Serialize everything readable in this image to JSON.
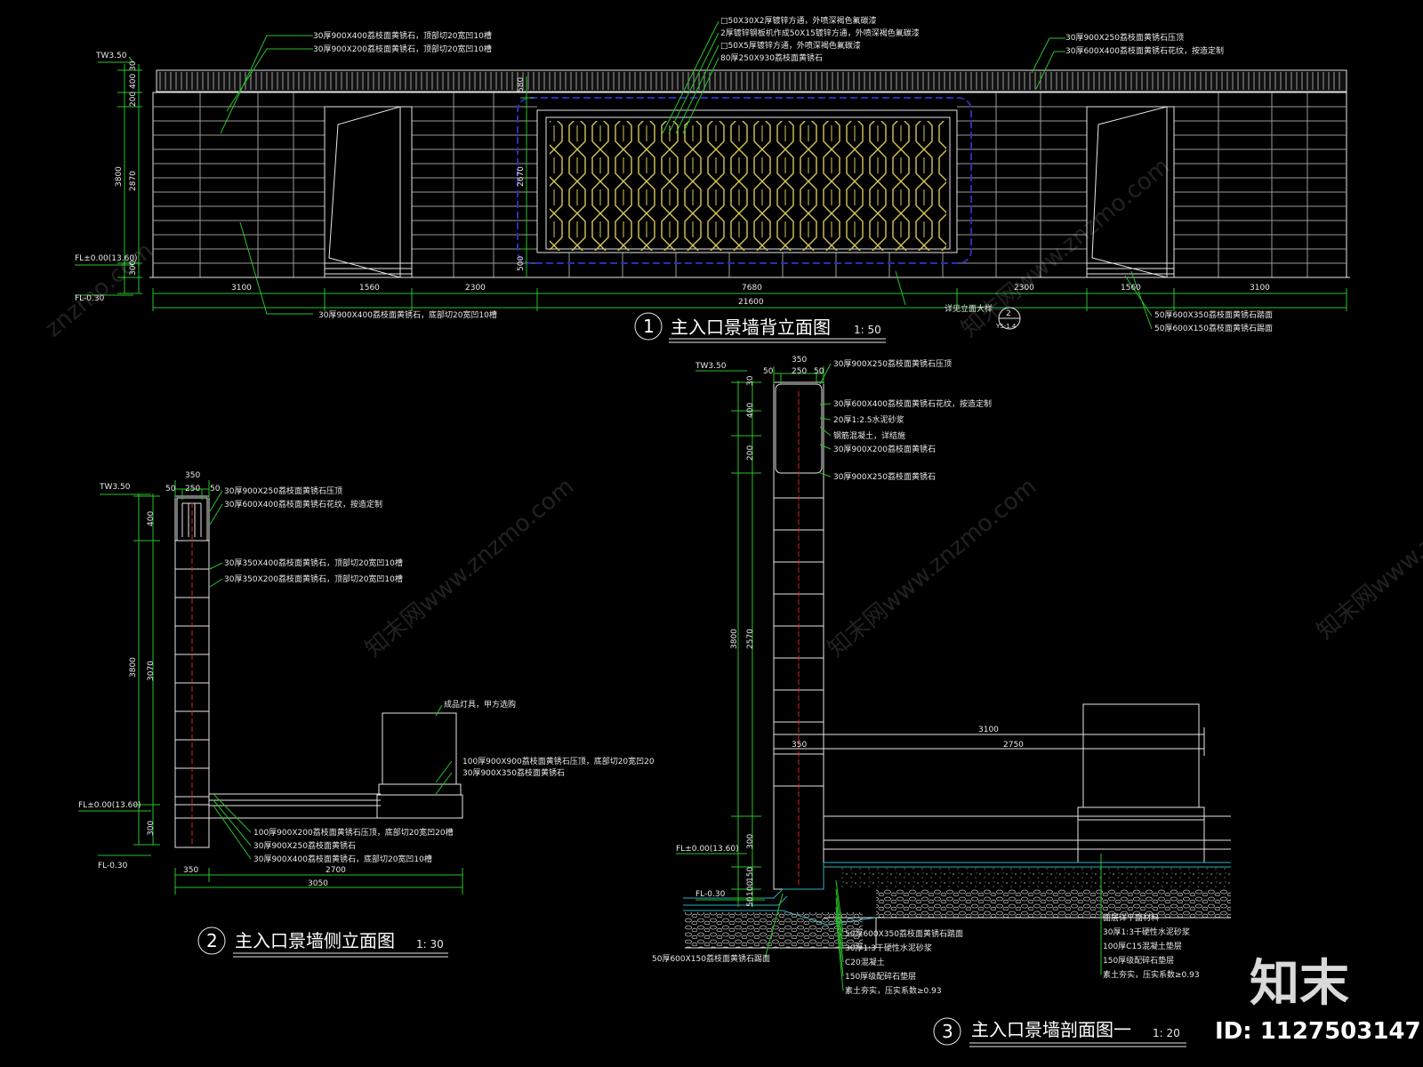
{
  "views": {
    "v1": {
      "num": "1",
      "title": "主入口景墙背立面图",
      "scale": "1: 50"
    },
    "v2": {
      "num": "2",
      "title": "主入口景墙侧立面图",
      "scale": "1: 30"
    },
    "v3": {
      "num": "3",
      "title": "主入口景墙剖面图一",
      "scale": "1: 20"
    }
  },
  "elevation": {
    "levels": [
      "TW3.50",
      "FL±0.00(13.60)",
      "FL-0.30"
    ],
    "vert_dims": [
      "30",
      "400",
      "200",
      "3800",
      "2870",
      "300",
      "580",
      "2670",
      "500"
    ],
    "horiz_dims": [
      "3100",
      "1560",
      "2300",
      "7680",
      "2300",
      "1560",
      "3100"
    ],
    "total_dim": "21600",
    "notes_top_left": [
      "30厚900X400荔枝面黄锈石，顶部切20宽凹10槽",
      "30厚900X200荔枝面黄锈石，顶部切20宽凹10槽"
    ],
    "notes_top_center": [
      "□50X30X2厚镀锌方通，外喷深褐色氟碳漆",
      "2厚镀锌钢板机作成50X15镀锌方通，外喷深褐色氟碳漆",
      "□50X5厚镀锌方通，外喷深褐色氟碳漆",
      "80厚250X930荔枝面黄锈石"
    ],
    "notes_top_right": [
      "30厚900X250荔枝面黄锈石压顶",
      "30厚600X400荔枝面黄锈石花纹，按造定制"
    ],
    "note_bottom_left": "30厚900X400荔枝面黄锈石，底部切20宽凹10槽",
    "note_bottom_center": "详见立面大样",
    "ref_num": "2",
    "ref_sheet": "YS-1.4",
    "notes_bottom_right": [
      "50厚600X350荔枝面黄锈石踏面",
      "50厚600X150荔枝面黄锈石踢面"
    ]
  },
  "side": {
    "top_dims": [
      "350",
      "50",
      "250",
      "50"
    ],
    "levels": [
      "TW3.50",
      "FL±0.00(13.60)",
      "FL-0.30"
    ],
    "vert_dims": [
      "400",
      "3800",
      "3070",
      "300"
    ],
    "notes_upper": [
      "30厚900X250荔枝面黄锈石压顶",
      "30厚600X400荔枝面黄锈石花纹，按造定制",
      "30厚350X400荔枝面黄锈石，顶部切20宽凹10槽",
      "30厚350X200荔枝面黄锈石，顶部切20宽凹10槽"
    ],
    "lamp_note": "成品灯具，甲方选购",
    "notes_lamp": [
      "100厚900X900荔枝面黄锈石压顶，底部切20宽凹20",
      "30厚900X350荔枝面黄锈石"
    ],
    "notes_lower": [
      "100厚900X200荔枝面黄锈石压顶，底部切20宽凹20槽",
      "30厚900X250荔枝面黄锈石",
      "30厚900X400荔枝面黄锈石，底部切20宽凹10槽"
    ],
    "bottom_dims": [
      "350",
      "2700",
      "3050"
    ]
  },
  "section": {
    "top_dims": [
      "350",
      "50",
      "250",
      "50"
    ],
    "levels": [
      "TW3.50",
      "FL±0.00(13.60)",
      "FL-0.30"
    ],
    "vert_dims": [
      "30",
      "400",
      "200",
      "3800",
      "2570",
      "300",
      "150",
      "100",
      "50"
    ],
    "notes_top": [
      "30厚900X250荔枝面黄锈石压顶",
      "30厚600X400荔枝面黄锈石花纹，按造定制",
      "20厚1:2.5水泥砂浆",
      "钢筋混凝土，详结施",
      "30厚900X200荔枝面黄锈石",
      "30厚900X250荔枝面黄锈石"
    ],
    "horiz_dims": [
      "3100",
      "350",
      "2750"
    ],
    "note_left": "50厚600X150荔枝面黄锈石踢面",
    "notes_mid": [
      "50厚600X350荔枝面黄锈石踏面",
      "30厚1:3干硬性水泥砂浆",
      "C20混凝土",
      "150厚级配碎石垫层",
      "素土夯实，压实系数≥0.93"
    ],
    "notes_right": [
      "面层详平面材料",
      "30厚1:3干硬性水泥砂浆",
      "100厚C15混凝土垫层",
      "150厚级配碎石垫层",
      "素土夯实，压实系数≥0.93"
    ]
  },
  "brand": {
    "logo": "知末",
    "id": "ID: 1127503147",
    "watermark_site": "znzmo.com",
    "watermark_cn": "知末网www.znzmo.com"
  }
}
